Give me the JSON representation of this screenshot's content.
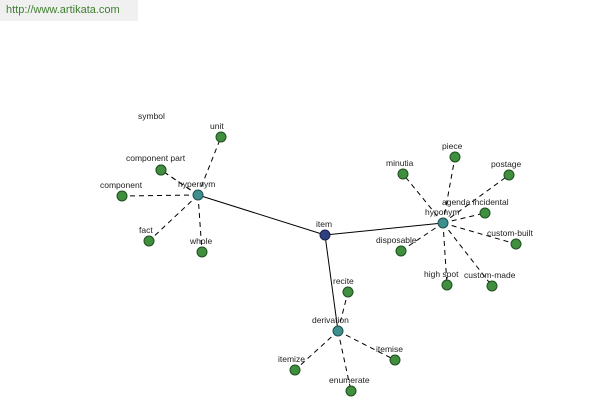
{
  "source_url": "http://www.artikata.com",
  "graph": {
    "root": "item",
    "hubs": [
      "hypernym",
      "hyponym",
      "derivation"
    ],
    "leaves": {
      "hypernym": [
        "symbol",
        "unit",
        "component part",
        "component",
        "fact",
        "whole"
      ],
      "hyponym": [
        "piece",
        "minutia",
        "postage",
        "agenda incidental",
        "custom-built",
        "disposable",
        "custom-made",
        "high spot"
      ],
      "derivation": [
        "recite",
        "itemise",
        "itemize",
        "enumerate"
      ]
    }
  },
  "colors": {
    "root": "#2f3f7f",
    "hub": "#3f8f8f",
    "leaf": "#3f8f3f",
    "edge": "#000000"
  }
}
